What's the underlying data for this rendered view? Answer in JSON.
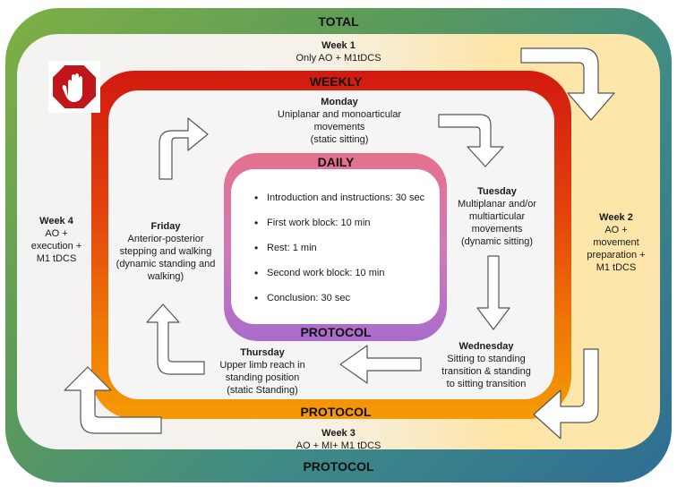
{
  "layers": {
    "total": {
      "top_label": "TOTAL",
      "bottom_label": "PROTOCOL"
    },
    "weekly": {
      "top_label": "WEEKLY",
      "bottom_label": "PROTOCOL"
    },
    "daily": {
      "top_label": "DAILY",
      "bottom_label": "PROTOCOL"
    }
  },
  "weeks": [
    {
      "title": "Week 1",
      "lines": [
        "Only AO + M1tDCS"
      ]
    },
    {
      "title": "Week 2",
      "lines": [
        "AO +",
        "movement",
        "preparation + ",
        "M1 tDCS"
      ]
    },
    {
      "title": "Week 3",
      "lines": [
        "AO + MI+ M1 tDCS"
      ]
    },
    {
      "title": "Week 4",
      "lines": [
        "AO +",
        "execution +",
        "M1 tDCS"
      ]
    }
  ],
  "days": [
    {
      "title": "Monday",
      "lines": [
        "Uniplanar and monoarticular",
        "movements",
        "(static sitting)"
      ]
    },
    {
      "title": "Tuesday",
      "lines": [
        "Multiplanar and/or",
        "multiarticular",
        "movements",
        "(dynamic sitting)"
      ]
    },
    {
      "title": "Wednesday",
      "lines": [
        "Sitting to standing",
        "transition & standing",
        "to sitting transition"
      ]
    },
    {
      "title": "Thursday",
      "lines": [
        "Upper limb reach in",
        "standing position",
        "(static Standing)"
      ]
    },
    {
      "title": "Friday",
      "lines": [
        "Anterior-posterior",
        "stepping and walking",
        "(dynamic standing and",
        "walking)"
      ]
    }
  ],
  "daily_steps": [
    "Introduction and instructions: 30 sec",
    "First work block: 10 min",
    "Rest: 1 min",
    "Second work block: 10 min",
    "Conclusion: 30 sec"
  ],
  "icons": {
    "stop": "stop-hand-icon",
    "arrow": "curved-arrow-icon"
  },
  "colors": {
    "total_ring": "#5b9a5a",
    "weekly_ring": "#e2420c",
    "daily_ring": "#d27ab5",
    "stop_sign": "#c0161a"
  }
}
